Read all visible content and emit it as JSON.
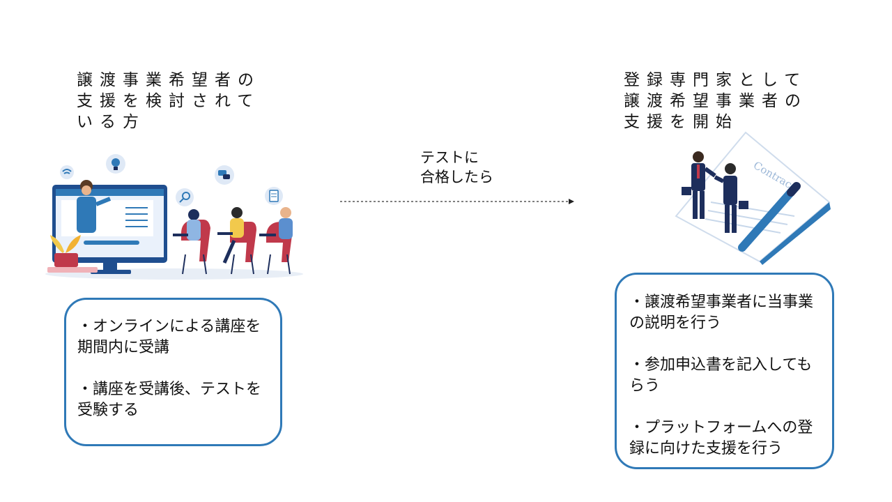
{
  "left": {
    "title": "譲渡事業希望者の\n支援を検討されて\nいる方",
    "items": [
      "・オンラインによる講座を\n期間内に受講",
      "・講座を受講後、テストを\n受験する"
    ]
  },
  "arrow": {
    "label": "テストに\n合格したら"
  },
  "right": {
    "title": "登録専門家として\n譲渡希望事業者の\n支援を開始",
    "items": [
      "・譲渡希望事業者に当事業\nの説明を行う",
      "・参加申込書を記入しても\nらう",
      "・プラットフォームへの登\n録に向けた支援を行う"
    ],
    "document_text": "Contract"
  },
  "colors": {
    "accent": "#2f79b7",
    "chair": "#c0394b",
    "navy": "#1d2e5c"
  }
}
